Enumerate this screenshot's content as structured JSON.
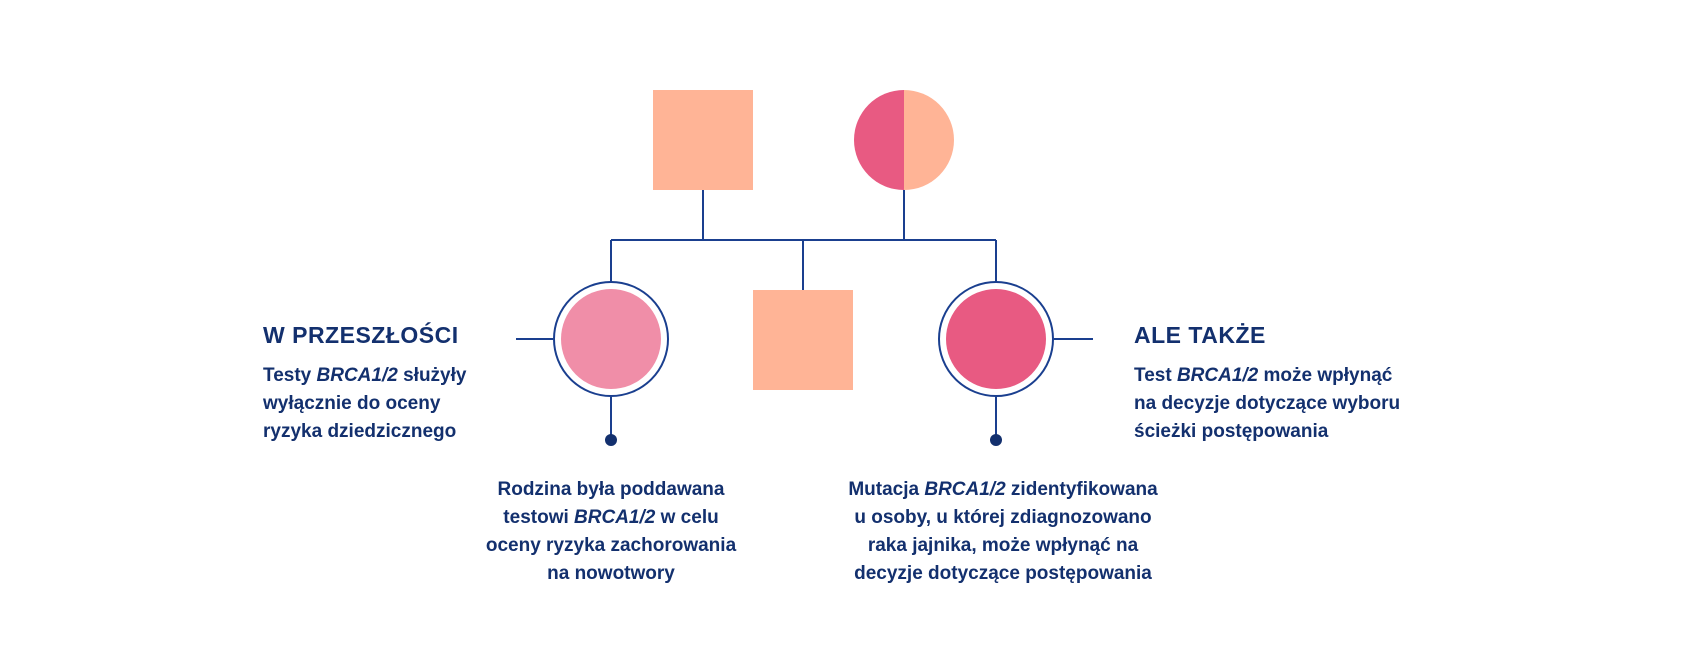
{
  "colors": {
    "line": "#1a3f8f",
    "peach": "#ffb496",
    "pink_light": "#f08ea8",
    "pink_dark": "#e85a82",
    "text": "#13306e"
  },
  "left_block": {
    "heading": "W PRZESZŁOŚCI",
    "line1_pre": "Testy ",
    "line1_gene": "BRCA1/2",
    "line1_post": " służyły",
    "line2": "wyłącznie do oceny",
    "line3": "ryzyka dziedzicznego"
  },
  "right_block": {
    "heading": "ALE TAKŻE",
    "line1_pre": "Test ",
    "line1_gene": "BRCA1/2",
    "line1_post": " może wpłynąć",
    "line2": "na decyzje dotyczące wyboru",
    "line3": "ścieżki postępowania"
  },
  "caption_left": {
    "line1": "Rodzina była poddawana",
    "line2_pre": "testowi ",
    "line2_gene": "BRCA1/2",
    "line2_post": " w celu",
    "line3": "oceny ryzyka zachorowania",
    "line4": "na nowotwory"
  },
  "caption_right": {
    "line1_pre": "Mutacja ",
    "line1_gene": "BRCA1/2",
    "line1_post": " zidentyfikowana",
    "line2": "u osoby, u której zdiagnozowano",
    "line3": "raka jajnika, może wpłynąć na",
    "line4": "decyzje dotyczące postępowania"
  }
}
